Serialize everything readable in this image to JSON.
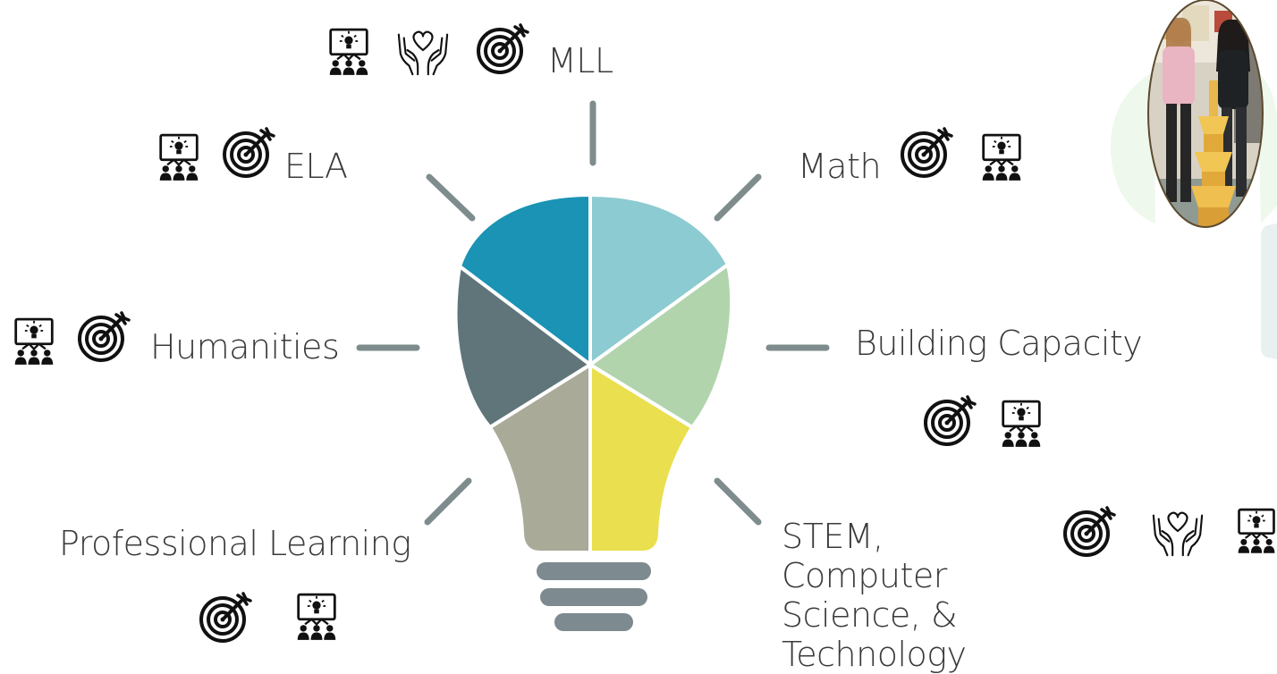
{
  "labels": {
    "mll": "MLL",
    "ela": "ELA",
    "math": "Math",
    "humanities": "Humanities",
    "building_capacity": "Building Capacity",
    "professional_learning": "Professional Learning",
    "stem": "STEM, Computer Science, & Technology"
  },
  "icon_names": [
    "presentation-icon",
    "hands-heart-icon",
    "target-icon"
  ],
  "colors": {
    "text": "#3a3a3a",
    "rays": "#7f8c8d",
    "segment_top_left": "#1a93b4",
    "segment_top_right": "#8ccbd1",
    "segment_mid_left": "#5f757a",
    "segment_mid_right": "#b1d4ad",
    "segment_bottom_left": "#a9aa98",
    "segment_bottom_right": "#eadf4e",
    "base": "#7d8a8f"
  }
}
